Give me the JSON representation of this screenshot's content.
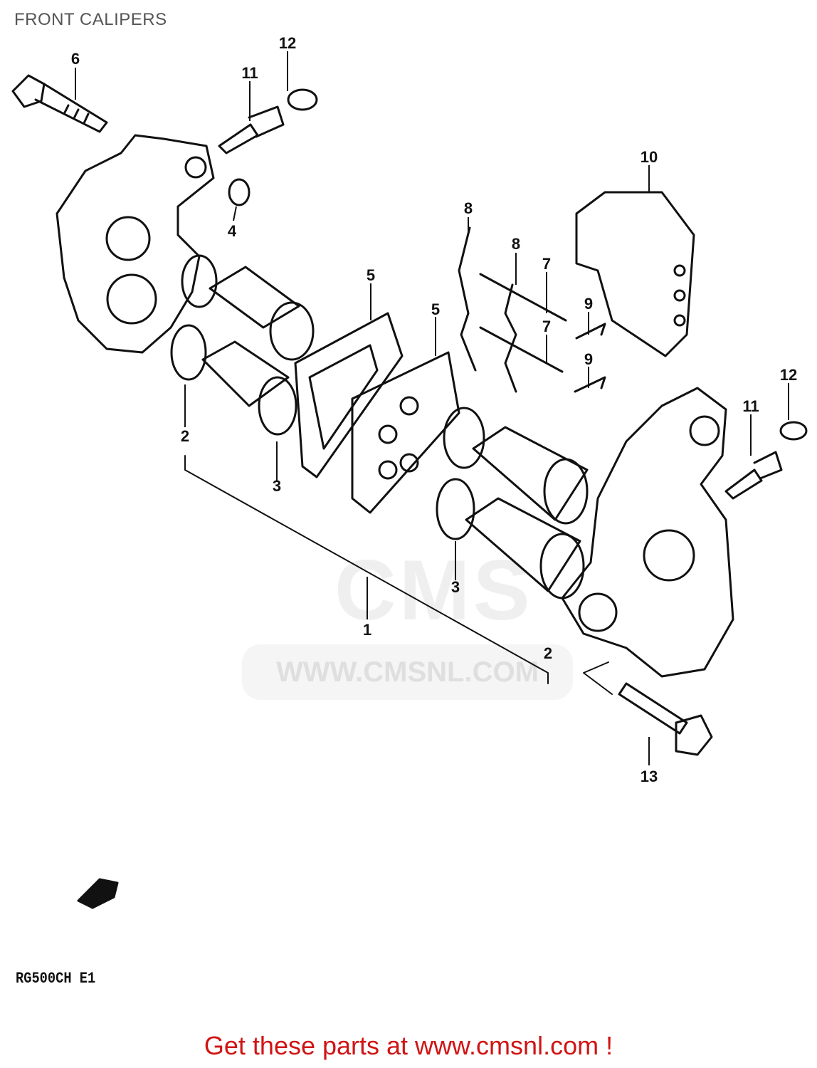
{
  "page": {
    "title": "FRONT CALIPERS",
    "model_code": "RG500CH E1",
    "footer_text": "Get these parts at www.cmsnl.com !"
  },
  "watermark": {
    "logo_text": "CMS",
    "url_text": "WWW.CMSNL.COM",
    "color": "#d9d9d9"
  },
  "callouts": [
    {
      "id": "c6-top",
      "label": "6"
    },
    {
      "id": "c11-top",
      "label": "11"
    },
    {
      "id": "c12-top",
      "label": "12"
    },
    {
      "id": "c4",
      "label": "4"
    },
    {
      "id": "c5-a",
      "label": "5"
    },
    {
      "id": "c5-b",
      "label": "5"
    },
    {
      "id": "c8-a",
      "label": "8"
    },
    {
      "id": "c8-b",
      "label": "8"
    },
    {
      "id": "c7-a",
      "label": "7"
    },
    {
      "id": "c7-b",
      "label": "7"
    },
    {
      "id": "c9-a",
      "label": "9"
    },
    {
      "id": "c9-b",
      "label": "9"
    },
    {
      "id": "c10",
      "label": "10"
    },
    {
      "id": "c12-right",
      "label": "12"
    },
    {
      "id": "c11-right",
      "label": "11"
    },
    {
      "id": "c2-left",
      "label": "2"
    },
    {
      "id": "c3-left",
      "label": "3"
    },
    {
      "id": "c3-right",
      "label": "3"
    },
    {
      "id": "c1",
      "label": "1"
    },
    {
      "id": "c2-right",
      "label": "2"
    },
    {
      "id": "c13",
      "label": "13"
    }
  ],
  "colors": {
    "line": "#111111",
    "footer": "#d01414",
    "title": "#555555"
  }
}
